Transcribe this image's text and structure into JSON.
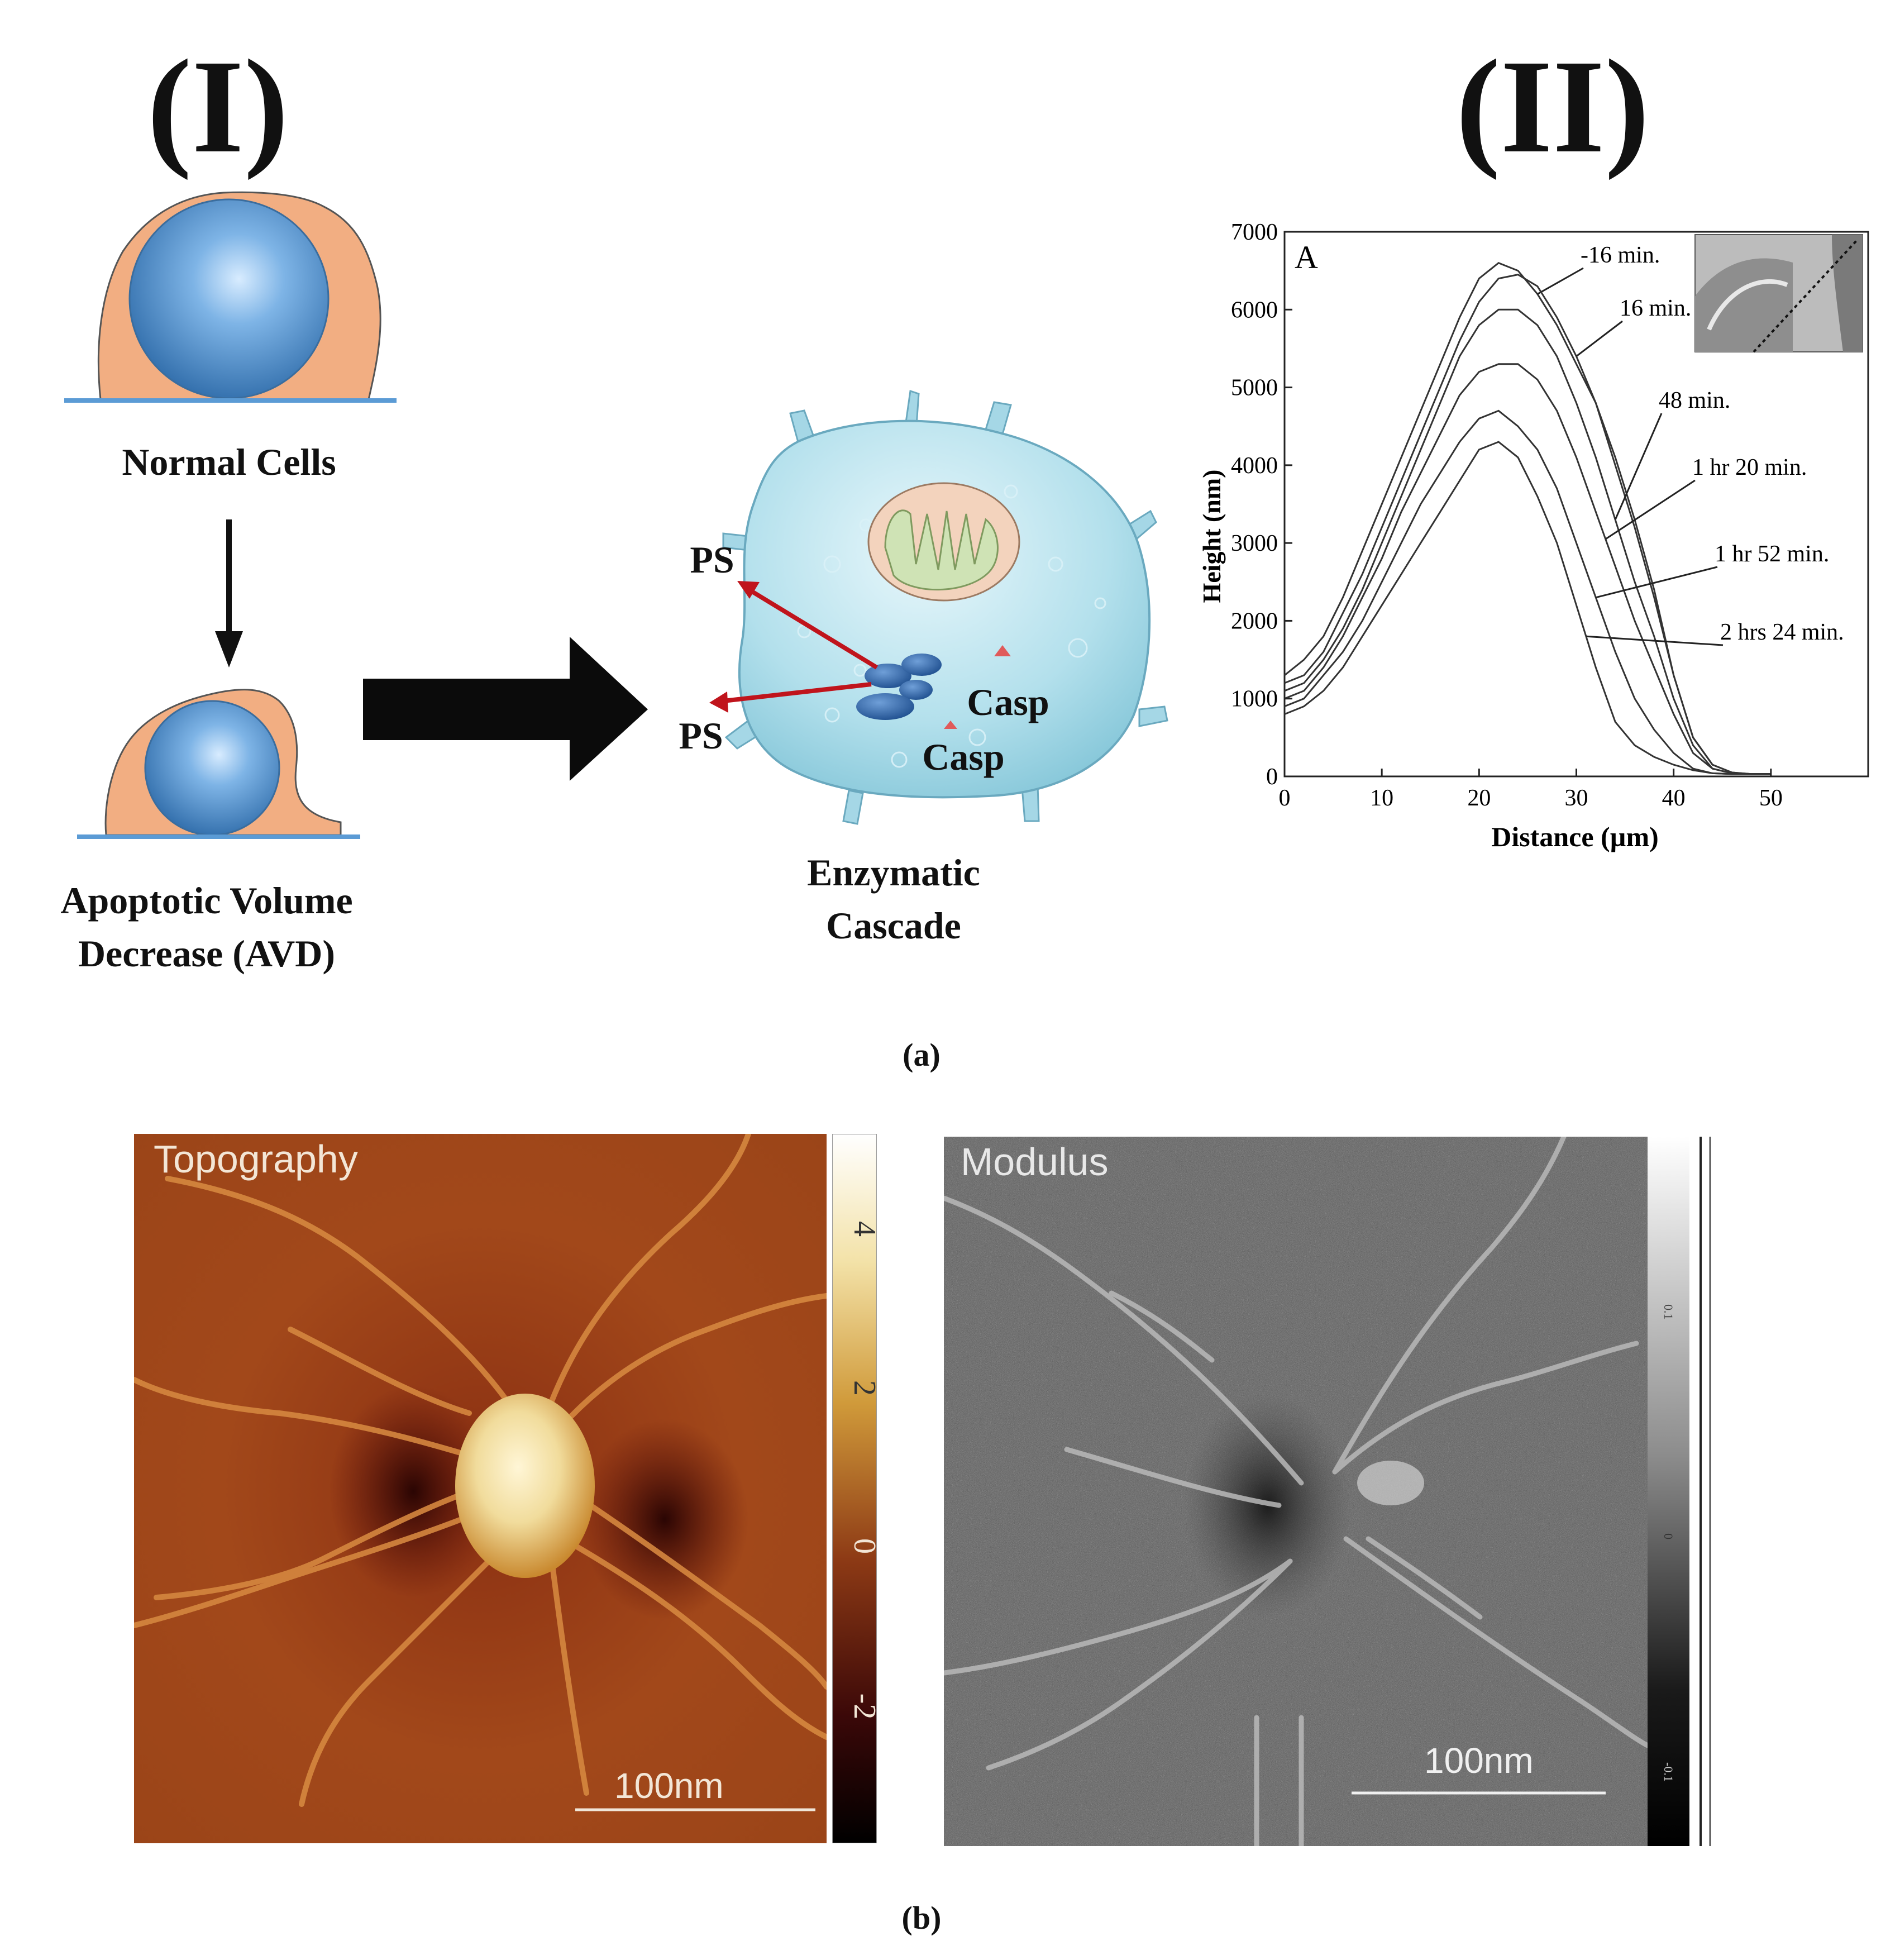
{
  "panel_a": {
    "section_labels": {
      "left": "(I)",
      "right": "(II)"
    },
    "normal_cells_label": "Normal Cells",
    "avd_label_line1": "Apoptotic Volume",
    "avd_label_line2": "Decrease (AVD)",
    "cascade_label_line1": "Enzymatic",
    "cascade_label_line2": "Cascade",
    "ps_label_1": "PS",
    "ps_label_2": "PS",
    "casp_label_1": "Casp",
    "casp_label_2": "Casp",
    "caption": "(a)",
    "colors": {
      "cytoplasm": "#f2ae82",
      "nucleus": "#5b9bd5",
      "substrate": "#5b9bd5",
      "arrow_red": "#c0141c",
      "cell_body": "#a9dbe8",
      "mitochondrion": "#cfe3b5"
    }
  },
  "chart_data": {
    "type": "line",
    "panel_letter": "A",
    "xlabel": "Distance (µm)",
    "ylabel": "Height (nm)",
    "xlim": [
      0,
      60
    ],
    "ylim": [
      0,
      7000
    ],
    "xticks": [
      "0",
      "10",
      "20",
      "30",
      "40",
      "50"
    ],
    "yticks": [
      "0",
      "1000",
      "2000",
      "3000",
      "4000",
      "5000",
      "6000",
      "7000"
    ],
    "grid": false,
    "series": [
      {
        "name": "-16 min.",
        "x": [
          0,
          2,
          4,
          6,
          8,
          10,
          12,
          14,
          16,
          18,
          20,
          22,
          24,
          26,
          28,
          30,
          32,
          34,
          36,
          38,
          40,
          42,
          44,
          46,
          48,
          50
        ],
        "y": [
          1300,
          1500,
          1800,
          2300,
          2900,
          3500,
          4100,
          4700,
          5300,
          5900,
          6400,
          6600,
          6500,
          6200,
          5800,
          5300,
          4800,
          4100,
          3300,
          2400,
          1300,
          500,
          150,
          50,
          30,
          30
        ]
      },
      {
        "name": "16 min.",
        "x": [
          0,
          2,
          4,
          6,
          8,
          10,
          12,
          14,
          16,
          18,
          20,
          22,
          24,
          26,
          28,
          30,
          32,
          34,
          36,
          38,
          40,
          42,
          44,
          46,
          48,
          50
        ],
        "y": [
          1200,
          1300,
          1600,
          2100,
          2600,
          3200,
          3800,
          4400,
          5000,
          5600,
          6100,
          6400,
          6450,
          6300,
          5900,
          5400,
          4800,
          4000,
          3200,
          2300,
          1300,
          500,
          150,
          50,
          30,
          30
        ]
      },
      {
        "name": "48 min.",
        "x": [
          0,
          2,
          4,
          6,
          8,
          10,
          12,
          14,
          16,
          18,
          20,
          22,
          24,
          26,
          28,
          30,
          32,
          34,
          36,
          38,
          40,
          42,
          44,
          46,
          48,
          50
        ],
        "y": [
          1100,
          1200,
          1500,
          1900,
          2400,
          3000,
          3600,
          4200,
          4800,
          5400,
          5800,
          6000,
          6000,
          5800,
          5400,
          4800,
          4100,
          3300,
          2500,
          1800,
          1000,
          400,
          100,
          40,
          30,
          30
        ]
      },
      {
        "name": "1 hr 20 min.",
        "x": [
          0,
          2,
          4,
          6,
          8,
          10,
          12,
          14,
          16,
          18,
          20,
          22,
          24,
          26,
          28,
          30,
          32,
          34,
          36,
          38,
          40,
          42,
          44,
          46,
          48,
          50
        ],
        "y": [
          1000,
          1100,
          1400,
          1800,
          2300,
          2800,
          3400,
          3900,
          4400,
          4900,
          5200,
          5300,
          5300,
          5100,
          4700,
          4100,
          3400,
          2700,
          2000,
          1400,
          800,
          300,
          100,
          40,
          30,
          30
        ]
      },
      {
        "name": "1 hr 52 min.",
        "x": [
          0,
          2,
          4,
          6,
          8,
          10,
          12,
          14,
          16,
          18,
          20,
          22,
          24,
          26,
          28,
          30,
          32,
          34,
          36,
          38,
          40,
          42,
          44,
          46,
          48,
          50
        ],
        "y": [
          900,
          1000,
          1300,
          1600,
          2000,
          2500,
          3000,
          3500,
          3900,
          4300,
          4600,
          4700,
          4500,
          4200,
          3700,
          3000,
          2300,
          1600,
          1000,
          600,
          300,
          100,
          40,
          30,
          30,
          30
        ]
      },
      {
        "name": "2 hrs 24 min.",
        "x": [
          0,
          2,
          4,
          6,
          8,
          10,
          12,
          14,
          16,
          18,
          20,
          22,
          24,
          26,
          28,
          30,
          32,
          34,
          36,
          38,
          40,
          42,
          44,
          46,
          48,
          50
        ],
        "y": [
          800,
          900,
          1100,
          1400,
          1800,
          2200,
          2600,
          3000,
          3400,
          3800,
          4200,
          4300,
          4100,
          3600,
          3000,
          2200,
          1400,
          700,
          400,
          250,
          150,
          80,
          40,
          30,
          30,
          30
        ]
      }
    ]
  },
  "panel_b": {
    "topography_title": "Topography",
    "topography_scalebar": "100nm",
    "topography_colorbar_ticks": [
      "4",
      "2",
      "0",
      "-2"
    ],
    "modulus_title": "Modulus",
    "modulus_scalebar": "100nm",
    "modulus_colorbar_ticks": [
      "0.1",
      "0",
      "-0.1"
    ],
    "caption": "(b)",
    "colors": {
      "topo_dark": "#5a0e0a",
      "topo_mid": "#9a3f10",
      "topo_light": "#f1dc9c"
    }
  }
}
